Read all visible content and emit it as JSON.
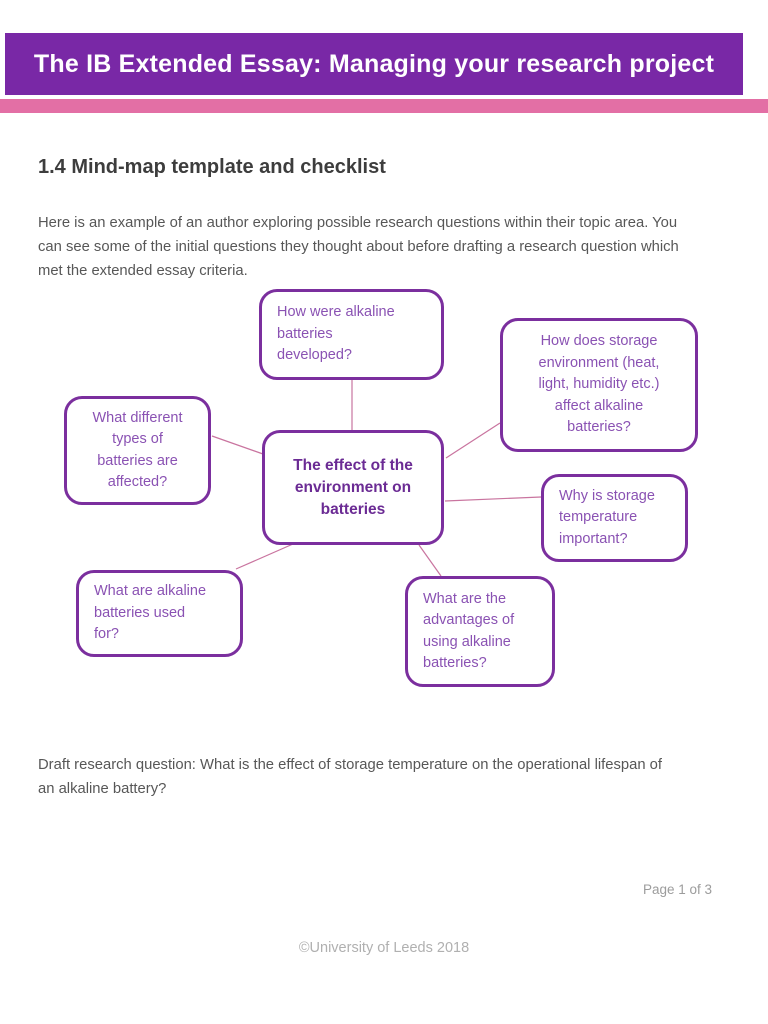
{
  "page": {
    "banner": {
      "title": "The IB Extended Essay: Managing your research project",
      "bg_color": "#7928a6",
      "stripe_color": "#e36fa5"
    },
    "heading": "1.4 Mind-map template and checklist",
    "intro": "Here is an example of an author exploring possible research questions within their topic area. You\ncan see some of the initial questions they thought about before drafting a research question which\nmet the extended essay criteria.",
    "mindmap": {
      "border_color": "#7b2f9e",
      "text_color": "#8a52b3",
      "center_text_color": "#6b2b94",
      "connector_color": "#c9749f",
      "center": {
        "label": "The effect of the\nenvironment on\nbatteries"
      },
      "nodes": [
        {
          "id": "developed",
          "label": "How were alkaline\nbatteries\ndeveloped?"
        },
        {
          "id": "storage-environment",
          "label": "How does storage\nenvironment (heat,\nlight, humidity etc.)\naffect alkaline\nbatteries?"
        },
        {
          "id": "battery-types",
          "label": "What different\ntypes of\nbatteries are\naffected?"
        },
        {
          "id": "storage-temperature",
          "label": "Why is storage\ntemperature\nimportant?"
        },
        {
          "id": "used-for",
          "label": "What are alkaline\nbatteries used\nfor?"
        },
        {
          "id": "advantages",
          "label": "What are the\nadvantages of\nusing alkaline\nbatteries?"
        }
      ]
    },
    "draft_question": "Draft research question: What is the effect of storage temperature on the operational lifespan of\nan alkaline battery?",
    "page_number": "Page 1 of 3",
    "footer": "©University of Leeds 2018"
  }
}
